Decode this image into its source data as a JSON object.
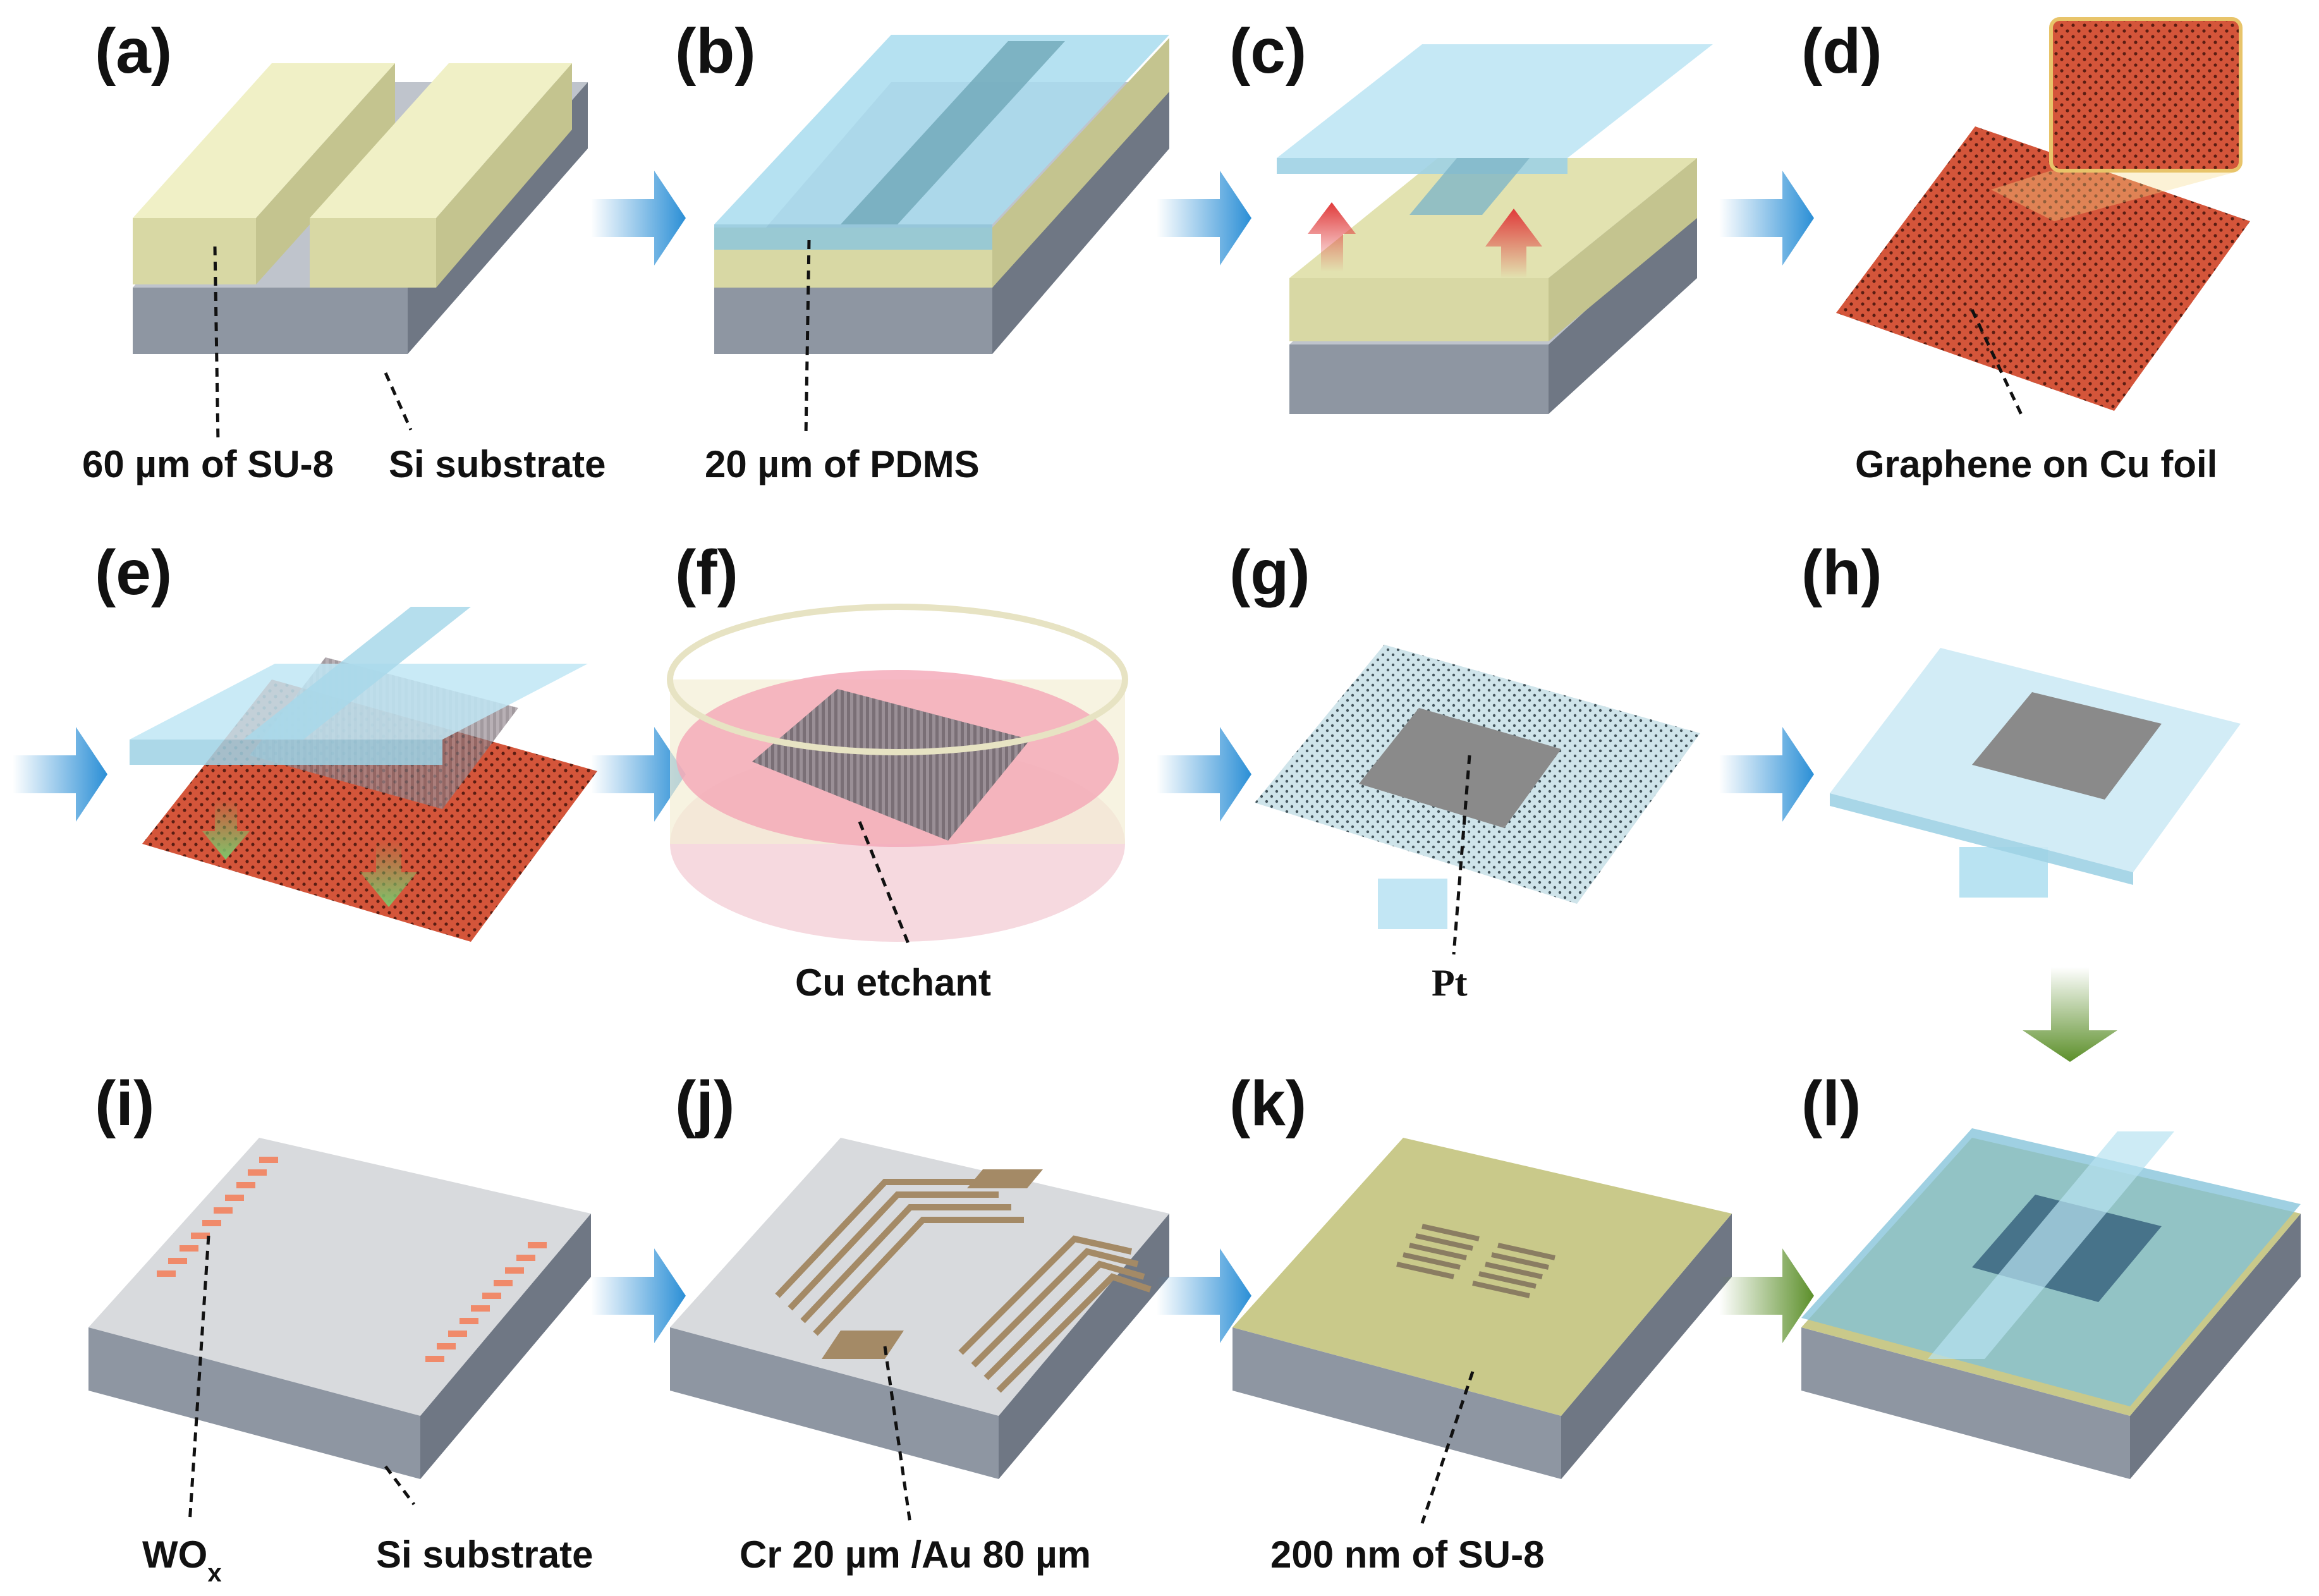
{
  "panels": {
    "a": {
      "label": "(a)",
      "captions": [
        "60 µm of SU-8",
        "Si substrate"
      ]
    },
    "b": {
      "label": "(b)",
      "captions": [
        "20 µm of PDMS"
      ]
    },
    "c": {
      "label": "(c)"
    },
    "d": {
      "label": "(d)",
      "captions": [
        "Graphene on Cu foil"
      ]
    },
    "e": {
      "label": "(e)"
    },
    "f": {
      "label": "(f)",
      "captions": [
        "Cu etchant"
      ]
    },
    "g": {
      "label": "(g)",
      "captions": [
        "Pt"
      ]
    },
    "h": {
      "label": "(h)"
    },
    "i": {
      "label": "(i)",
      "captions": [
        "WO",
        "x",
        "Si substrate"
      ]
    },
    "j": {
      "label": "(j)",
      "captions": [
        "Cr 20 µm /Au 80 µm"
      ]
    },
    "k": {
      "label": "(k)",
      "captions": [
        "200 nm of SU-8"
      ]
    },
    "l": {
      "label": "(l)"
    }
  },
  "colors": {
    "su8": "#eeeebf",
    "silicon": "#8e96a2",
    "pdms": "#a8dcef",
    "copper": "#d4553a",
    "gold": "#a48a66",
    "arrow_blue": "#2b8fd6",
    "arrow_green": "#5c8f2a",
    "lift_red": "#e03a3a",
    "pt": "#8a8a8a"
  }
}
